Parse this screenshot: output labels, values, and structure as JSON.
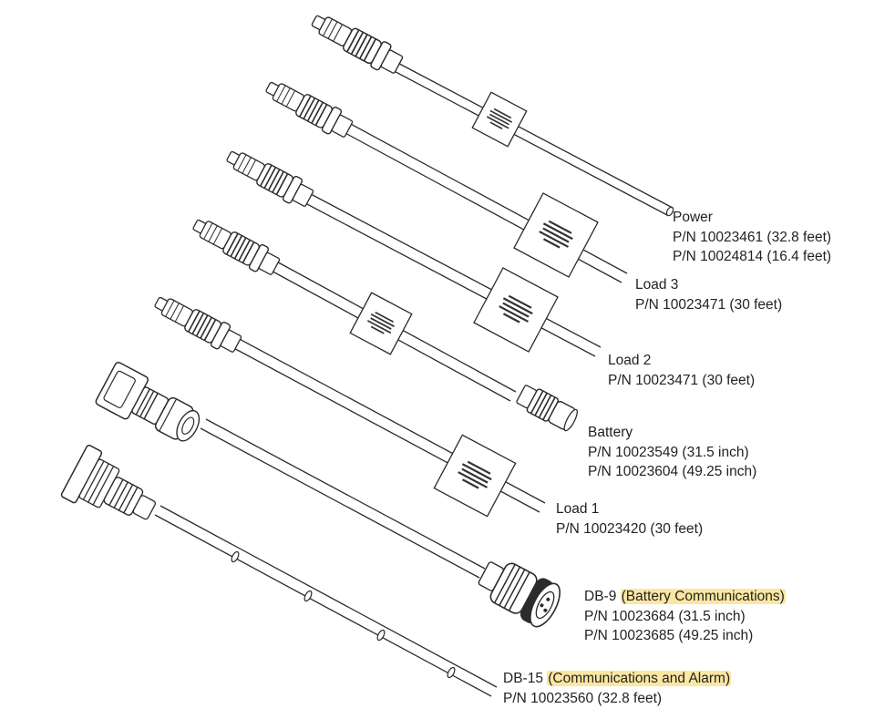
{
  "labels": {
    "power": {
      "name": "Power",
      "pn1": "P/N 10023461 (32.8 feet)",
      "pn2": "P/N 10024814 (16.4 feet)"
    },
    "load3": {
      "name": "Load 3",
      "pn1": "P/N 10023471 (30 feet)"
    },
    "load2": {
      "name": "Load 2",
      "pn1": "P/N 10023471 (30 feet)"
    },
    "battery": {
      "name": "Battery",
      "pn1": "P/N 10023549 (31.5 inch)",
      "pn2": "P/N 10023604 (49.25 inch)"
    },
    "load1": {
      "name": "Load 1",
      "pn1": "P/N 10023420 (30 feet)"
    },
    "db9": {
      "name": "DB-9",
      "note": "(Battery Communications)",
      "pn1": "P/N 10023684 (31.5 inch)",
      "pn2": "P/N 10023685 (49.25 inch)"
    },
    "db15": {
      "name": "DB-15",
      "note": "(Communications and Alarm)",
      "pn1": "P/N 10023560 (32.8 feet)"
    }
  },
  "colors": {
    "line": "#2b2b2b",
    "highlight": "#fbe7a1",
    "text": "#222222",
    "background": "#ffffff"
  }
}
